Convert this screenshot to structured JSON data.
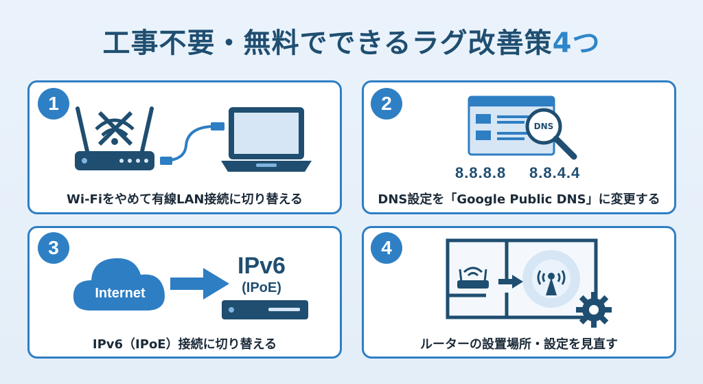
{
  "title": {
    "main": "工事不要・無料でできるラグ改善策",
    "number": "4つ"
  },
  "cards": [
    {
      "number": "1",
      "caption": "Wi-Fiをやめて有線LAN接続に切り替える"
    },
    {
      "number": "2",
      "caption": "DNS設定を「Google Public DNS」に変更する",
      "dns_label": "DNS",
      "dns_primary": "8.8.8.8",
      "dns_secondary": "8.8.4.4"
    },
    {
      "number": "3",
      "caption": "IPv6（IPoE）接続に切り替える",
      "cloud_label": "Internet",
      "ipv6_label": "IPv6",
      "ipoe_label": "(IPoE)"
    },
    {
      "number": "4",
      "caption": "ルーターの設置場所・設定を見直す"
    }
  ],
  "colors": {
    "accent": "#2e7ec3",
    "dark": "#1f4e70",
    "light": "#d6e6f5"
  }
}
